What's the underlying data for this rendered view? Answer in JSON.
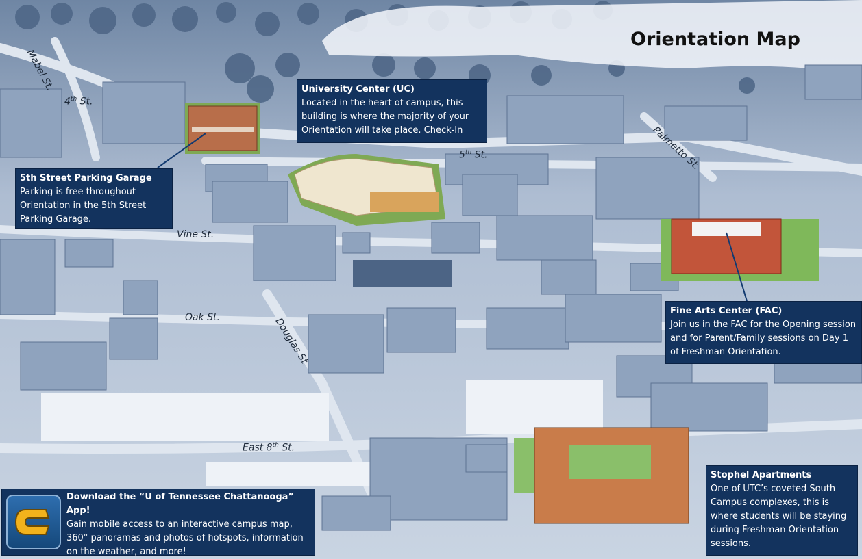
{
  "title": "Orientation Map",
  "streets": [
    {
      "id": "mabel",
      "text": "Mabel St."
    },
    {
      "id": "fourth",
      "text": "4",
      "sup": "th",
      "suffix": " St."
    },
    {
      "id": "fifth",
      "text": "5",
      "sup": "th",
      "suffix": " St."
    },
    {
      "id": "palmetto",
      "text": "Palmetto St."
    },
    {
      "id": "vine",
      "text": "Vine St."
    },
    {
      "id": "oak",
      "text": "Oak St."
    },
    {
      "id": "douglas",
      "text": "Douglas St."
    },
    {
      "id": "eighth",
      "text": "East 8",
      "sup": "th",
      "suffix": " St."
    }
  ],
  "callouts": {
    "uc": {
      "heading": "University Center (UC)",
      "body": "Located in the heart of campus, this building is where the majority of your Orientation will take place.  Check-In"
    },
    "garage": {
      "heading": "5th Street Parking Garage",
      "body": "Parking is free throughout Orientation in the 5th Street Parking Garage."
    },
    "fac": {
      "heading": "Fine Arts Center (FAC)",
      "body": "Join us in the FAC for the Opening session and for Parent/Family sessions on Day 1 of Freshman Orientation."
    },
    "stophel": {
      "heading": "Stophel Apartments",
      "body": "One of UTC’s coveted South Campus complexes, this is where students will be staying during Freshman Orientation sessions."
    }
  },
  "app": {
    "heading": "Download the “U of Tennessee Chattanooga” App!",
    "body": "Gain mobile access to an interactive campus map, 360° panoramas and photos of hotspots, information on the weather, and more!",
    "logo_letter": "C"
  },
  "colors": {
    "card": "#13335e",
    "highlight_uc": "#e8d6b0",
    "highlight_fac": "#c2553a",
    "highlight_stophel": "#c97c4a"
  }
}
